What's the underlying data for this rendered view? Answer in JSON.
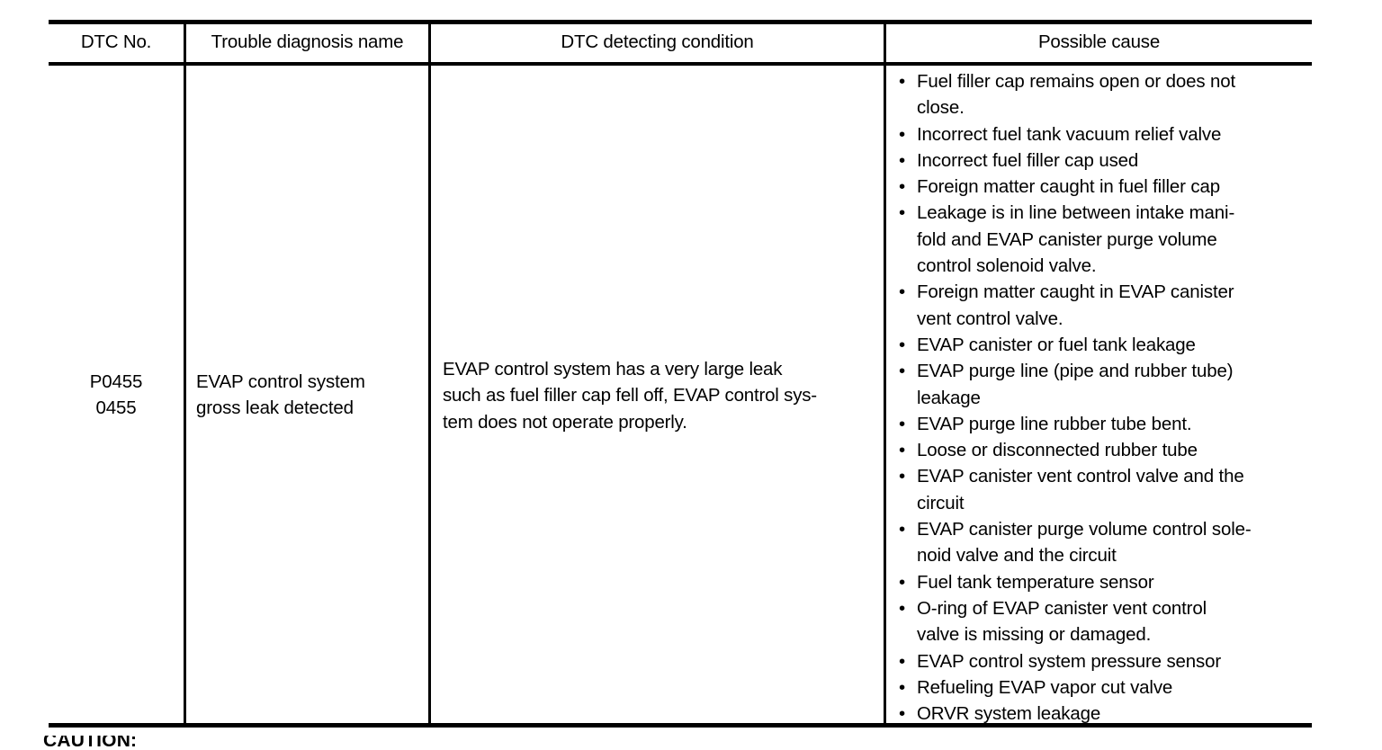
{
  "document": {
    "type": "service-manual-dtc-table",
    "table": {
      "headers": [
        "DTC No.",
        "Trouble diagnosis name",
        "DTC detecting condition",
        "Possible cause"
      ],
      "rows": [
        {
          "dtc_no_lines": [
            "P0455",
            "0455"
          ],
          "trouble_diagnosis_name_lines": [
            "EVAP control system",
            "gross leak detected"
          ],
          "dtc_detecting_condition_lines": [
            "EVAP control system has a very large leak",
            "such as fuel filler cap fell off, EVAP control sys-",
            "tem does not operate properly."
          ],
          "possible_cause": [
            {
              "lines": [
                "Fuel filler cap remains open or does not",
                "close."
              ]
            },
            {
              "lines": [
                "Incorrect fuel tank vacuum relief valve"
              ]
            },
            {
              "lines": [
                "Incorrect fuel filler cap used"
              ]
            },
            {
              "lines": [
                "Foreign matter caught in fuel filler cap"
              ]
            },
            {
              "lines": [
                "Leakage is in line between intake mani-",
                "fold and EVAP canister purge volume",
                "control solenoid valve."
              ]
            },
            {
              "lines": [
                "Foreign matter caught in EVAP canister",
                "vent control valve."
              ]
            },
            {
              "lines": [
                "EVAP canister or fuel tank leakage"
              ]
            },
            {
              "lines": [
                "EVAP purge line (pipe and rubber tube)",
                "leakage"
              ]
            },
            {
              "lines": [
                "EVAP purge line rubber tube bent."
              ]
            },
            {
              "lines": [
                "Loose or disconnected rubber tube"
              ]
            },
            {
              "lines": [
                "EVAP canister vent control valve and the",
                "circuit"
              ]
            },
            {
              "lines": [
                "EVAP canister purge volume control sole-",
                "noid valve and the circuit"
              ]
            },
            {
              "lines": [
                "Fuel tank temperature sensor"
              ]
            },
            {
              "lines": [
                "O-ring of EVAP canister vent control",
                "valve is missing or damaged."
              ]
            },
            {
              "lines": [
                "EVAP control system pressure sensor"
              ]
            },
            {
              "lines": [
                "Refueling EVAP vapor cut valve"
              ]
            },
            {
              "lines": [
                "ORVR system leakage"
              ]
            }
          ]
        }
      ]
    },
    "footer": {
      "caution_label": "CAUTION:"
    },
    "bullet_glyph": "•",
    "colors": {
      "text": "#000000",
      "rule": "#000000",
      "background": "#ffffff"
    }
  }
}
